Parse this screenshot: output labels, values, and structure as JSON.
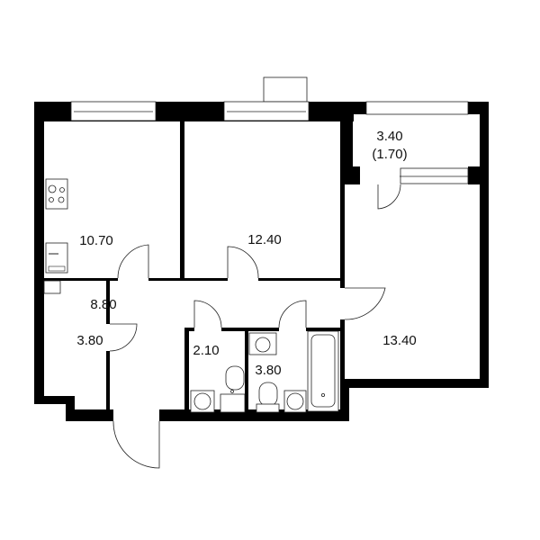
{
  "plan": {
    "rooms": [
      {
        "id": "kitchen",
        "area": "10.70"
      },
      {
        "id": "bedroom",
        "area": "12.40"
      },
      {
        "id": "balcony",
        "area": "3.40",
        "reduced_area": "(1.70)"
      },
      {
        "id": "hallway",
        "area": "8.80"
      },
      {
        "id": "storage",
        "area": "3.80"
      },
      {
        "id": "toilet",
        "area": "2.10"
      },
      {
        "id": "bathroom",
        "area": "3.80"
      },
      {
        "id": "living-room",
        "area": "13.40"
      }
    ],
    "colors": {
      "wall": "#000000",
      "background": "#ffffff",
      "line": "#222222"
    }
  }
}
